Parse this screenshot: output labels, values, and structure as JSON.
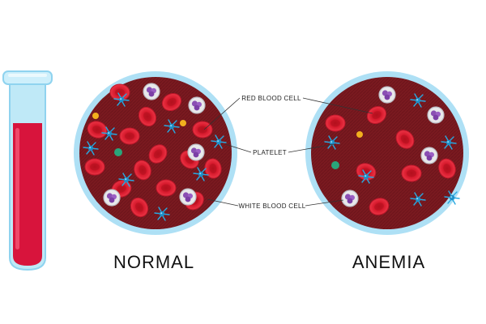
{
  "labels": {
    "red_blood_cell": "RED BLOOD CELL",
    "platelet": "PLATELET",
    "white_blood_cell": "WHITE BLOOD CELL"
  },
  "captions": {
    "normal": "NORMAL",
    "anemia": "ANEMIA"
  },
  "colors": {
    "blood": "#7a1a20",
    "tube_blood": "#d8143c",
    "red_cell": "#d81b2e",
    "white_cell": "#8a4fb3",
    "platelet": "#29a9e0",
    "ring": "#aee0f5",
    "tube_glass": "#bfe9f7"
  }
}
